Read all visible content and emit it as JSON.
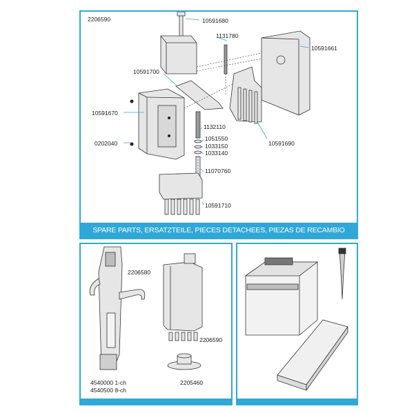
{
  "top": {
    "ref": "2206590",
    "labels": {
      "p10591680": "10591680",
      "p1131780": "1131780",
      "p10591661": "10591661",
      "p10591700": "10591700",
      "p10591670": "10591670",
      "p1132110": "1132110",
      "p1051550": "1051550",
      "p1033150": "1033150",
      "p1033140": "1033140",
      "p0202040": "0202040",
      "p10591690": "10591690",
      "p11070760": "11070760",
      "p10591710": "10591710"
    },
    "banner": "SPARE PARTS, ERSATZTEILE, PIECES DETACHEES, PIEZAS DE RECAMBIO"
  },
  "bottom_left": {
    "p2206580": "2206580",
    "p2206590": "2206590",
    "p2205460": "2205460",
    "model_1ch": "4540000 1-ch",
    "model_8ch": "4540500 8-ch"
  },
  "colors": {
    "accent": "#2fa8d8",
    "line": "#333333",
    "fill": "#e9e9e9"
  }
}
